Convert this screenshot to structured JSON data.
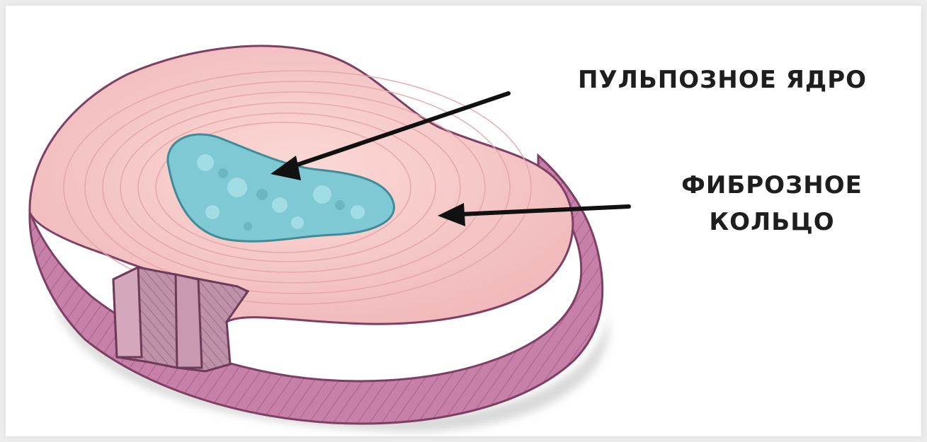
{
  "labels": {
    "nucleus": "ПУЛЬПОЗНОЕ ЯДРО",
    "annulus_line1": "ФИБРОЗНОЕ",
    "annulus_line2": "КОЛЬЦО"
  },
  "colors": {
    "background": "#ffffff",
    "disc_top": "#f5c3c3",
    "disc_side": "#c97fa8",
    "nucleus": "#7ecbd6",
    "arrow": "#111111"
  }
}
